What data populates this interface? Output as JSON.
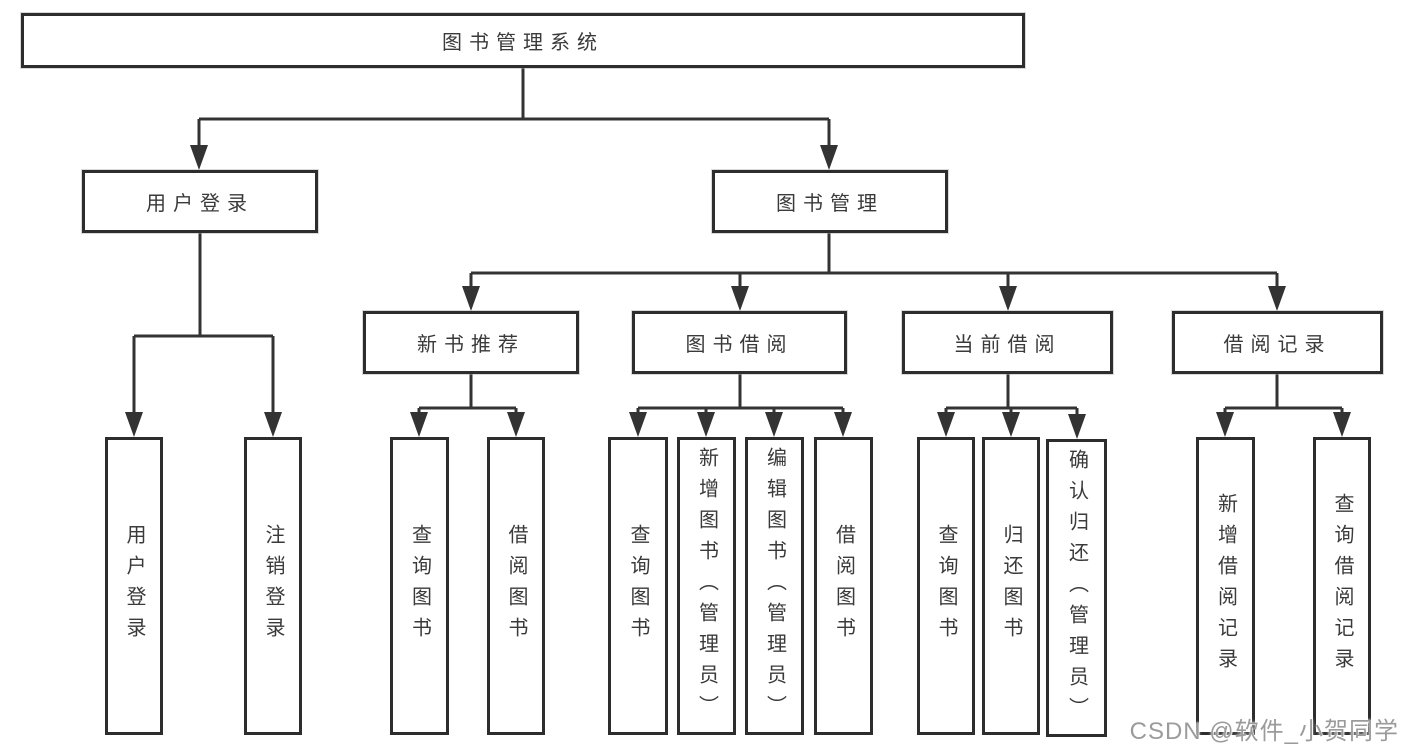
{
  "diagram": {
    "root": "图书管理系统",
    "level2": {
      "user_login": "用户登录",
      "book_mgmt": "图书管理"
    },
    "level3": {
      "new_books": "新书推荐",
      "book_borrow": "图书借阅",
      "current_borrow": "当前借阅",
      "borrow_records": "借阅记录"
    },
    "leaves": {
      "user_login": [
        "用户登录",
        "注销登录"
      ],
      "new_books": [
        "查询图书",
        "借阅图书"
      ],
      "book_borrow": [
        "查询图书",
        "新增图书（管理员）",
        "编辑图书（管理员）",
        "借阅图书"
      ],
      "current_borrow": [
        "查询图书",
        "归还图书",
        "确认归还（管理员）"
      ],
      "borrow_records": [
        "新增借阅记录",
        "查询借阅记录"
      ]
    },
    "colors": {
      "line": "#333333",
      "box_border": "#2d2d2d",
      "text": "#3a3a3a",
      "background": "#ffffff"
    }
  },
  "watermark": "CSDN @软件_小贺同学"
}
